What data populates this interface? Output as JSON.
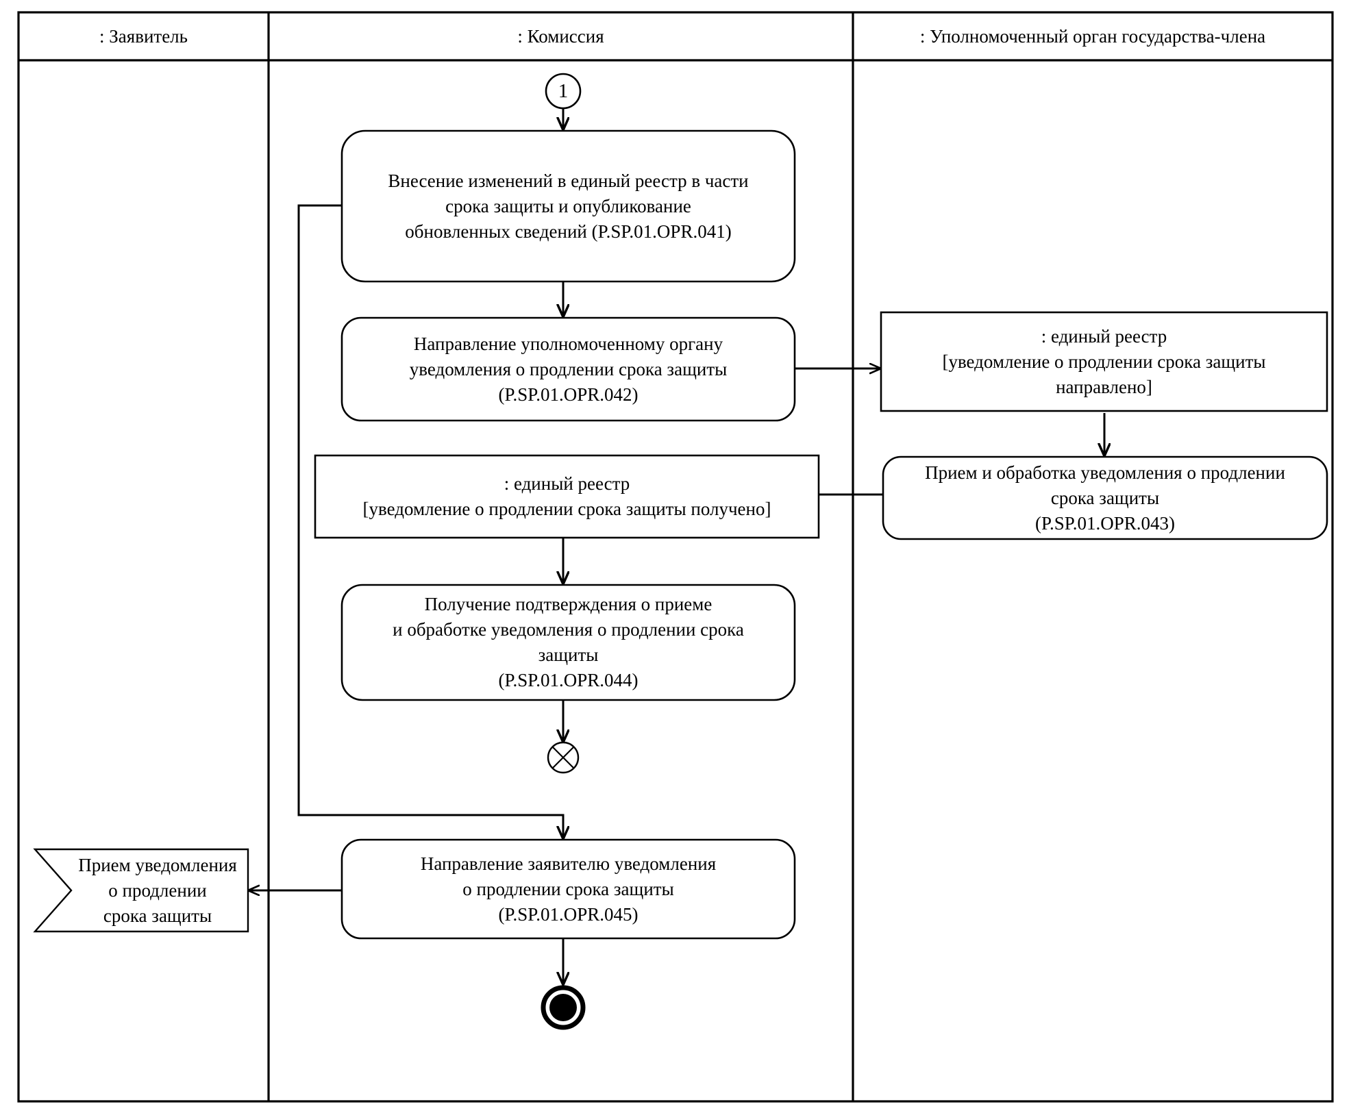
{
  "diagram": {
    "type": "uml-activity-swimlane",
    "title": "",
    "line_color": "#000000",
    "fill_color": "#ffffff",
    "text_color": "#000000"
  },
  "lanes": [
    {
      "id": "lane-applicant",
      "label": ": Заявитель"
    },
    {
      "id": "lane-commission",
      "label": ": Комиссия"
    },
    {
      "id": "lane-authority",
      "label": ": Уполномоченный орган государства-члена"
    }
  ],
  "nodes": {
    "entry_connector": {
      "kind": "connector",
      "label": "1"
    },
    "action_041": {
      "kind": "action",
      "lane": "lane-commission",
      "label": "Внесение изменений в единый реестр в части\nсрока защиты и опубликование\nобновленных сведений (P.SP.01.OPR.041)",
      "code": "P.SP.01.OPR.041"
    },
    "action_042": {
      "kind": "action",
      "lane": "lane-commission",
      "label": "Направление уполномоченному органу\nуведомления о продлении срока защиты\n(P.SP.01.OPR.042)",
      "code": "P.SP.01.OPR.042"
    },
    "object_sent": {
      "kind": "object-node",
      "lane": "lane-authority",
      "label": ": единый реестр\n[уведомление о продлении срока защиты\nнаправлено]",
      "state": "[уведомление о продлении срока защиты направлено]"
    },
    "action_043": {
      "kind": "action",
      "lane": "lane-authority",
      "label": "Прием и обработка уведомления о продлении\nсрока защиты\n(P.SP.01.OPR.043)",
      "code": "P.SP.01.OPR.043"
    },
    "object_received": {
      "kind": "object-node",
      "lane": "lane-commission",
      "label": ": единый реестр\n[уведомление о продлении срока защиты получено]",
      "state": "[уведомление о продлении срока защиты получено]"
    },
    "action_044": {
      "kind": "action",
      "lane": "lane-commission",
      "label": "Получение подтверждения о приеме\nи обработке уведомления о продлении срока\nзащиты\n(P.SP.01.OPR.044)",
      "code": "P.SP.01.OPR.044"
    },
    "flow_final": {
      "kind": "flow-final",
      "lane": "lane-commission",
      "label": ""
    },
    "action_045": {
      "kind": "action",
      "lane": "lane-commission",
      "label": "Направление заявителю уведомления\nо продлении срока защиты\n(P.SP.01.OPR.045)",
      "code": "P.SP.01.OPR.045"
    },
    "receive_signal": {
      "kind": "receive-signal",
      "lane": "lane-applicant",
      "label": "Прием уведомления\nо продлении\nсрока защиты"
    },
    "activity_final": {
      "kind": "activity-final",
      "lane": "lane-commission",
      "label": ""
    }
  },
  "edges": [
    {
      "from": "entry_connector",
      "to": "action_041"
    },
    {
      "from": "action_041",
      "to": "action_042"
    },
    {
      "from": "action_042",
      "to": "object_sent"
    },
    {
      "from": "object_sent",
      "to": "action_043"
    },
    {
      "from": "action_043",
      "to": "object_received"
    },
    {
      "from": "object_received",
      "to": "action_044"
    },
    {
      "from": "action_044",
      "to": "flow_final"
    },
    {
      "from": "action_041",
      "to": "action_045"
    },
    {
      "from": "action_045",
      "to": "receive_signal"
    },
    {
      "from": "action_045",
      "to": "activity_final"
    }
  ]
}
